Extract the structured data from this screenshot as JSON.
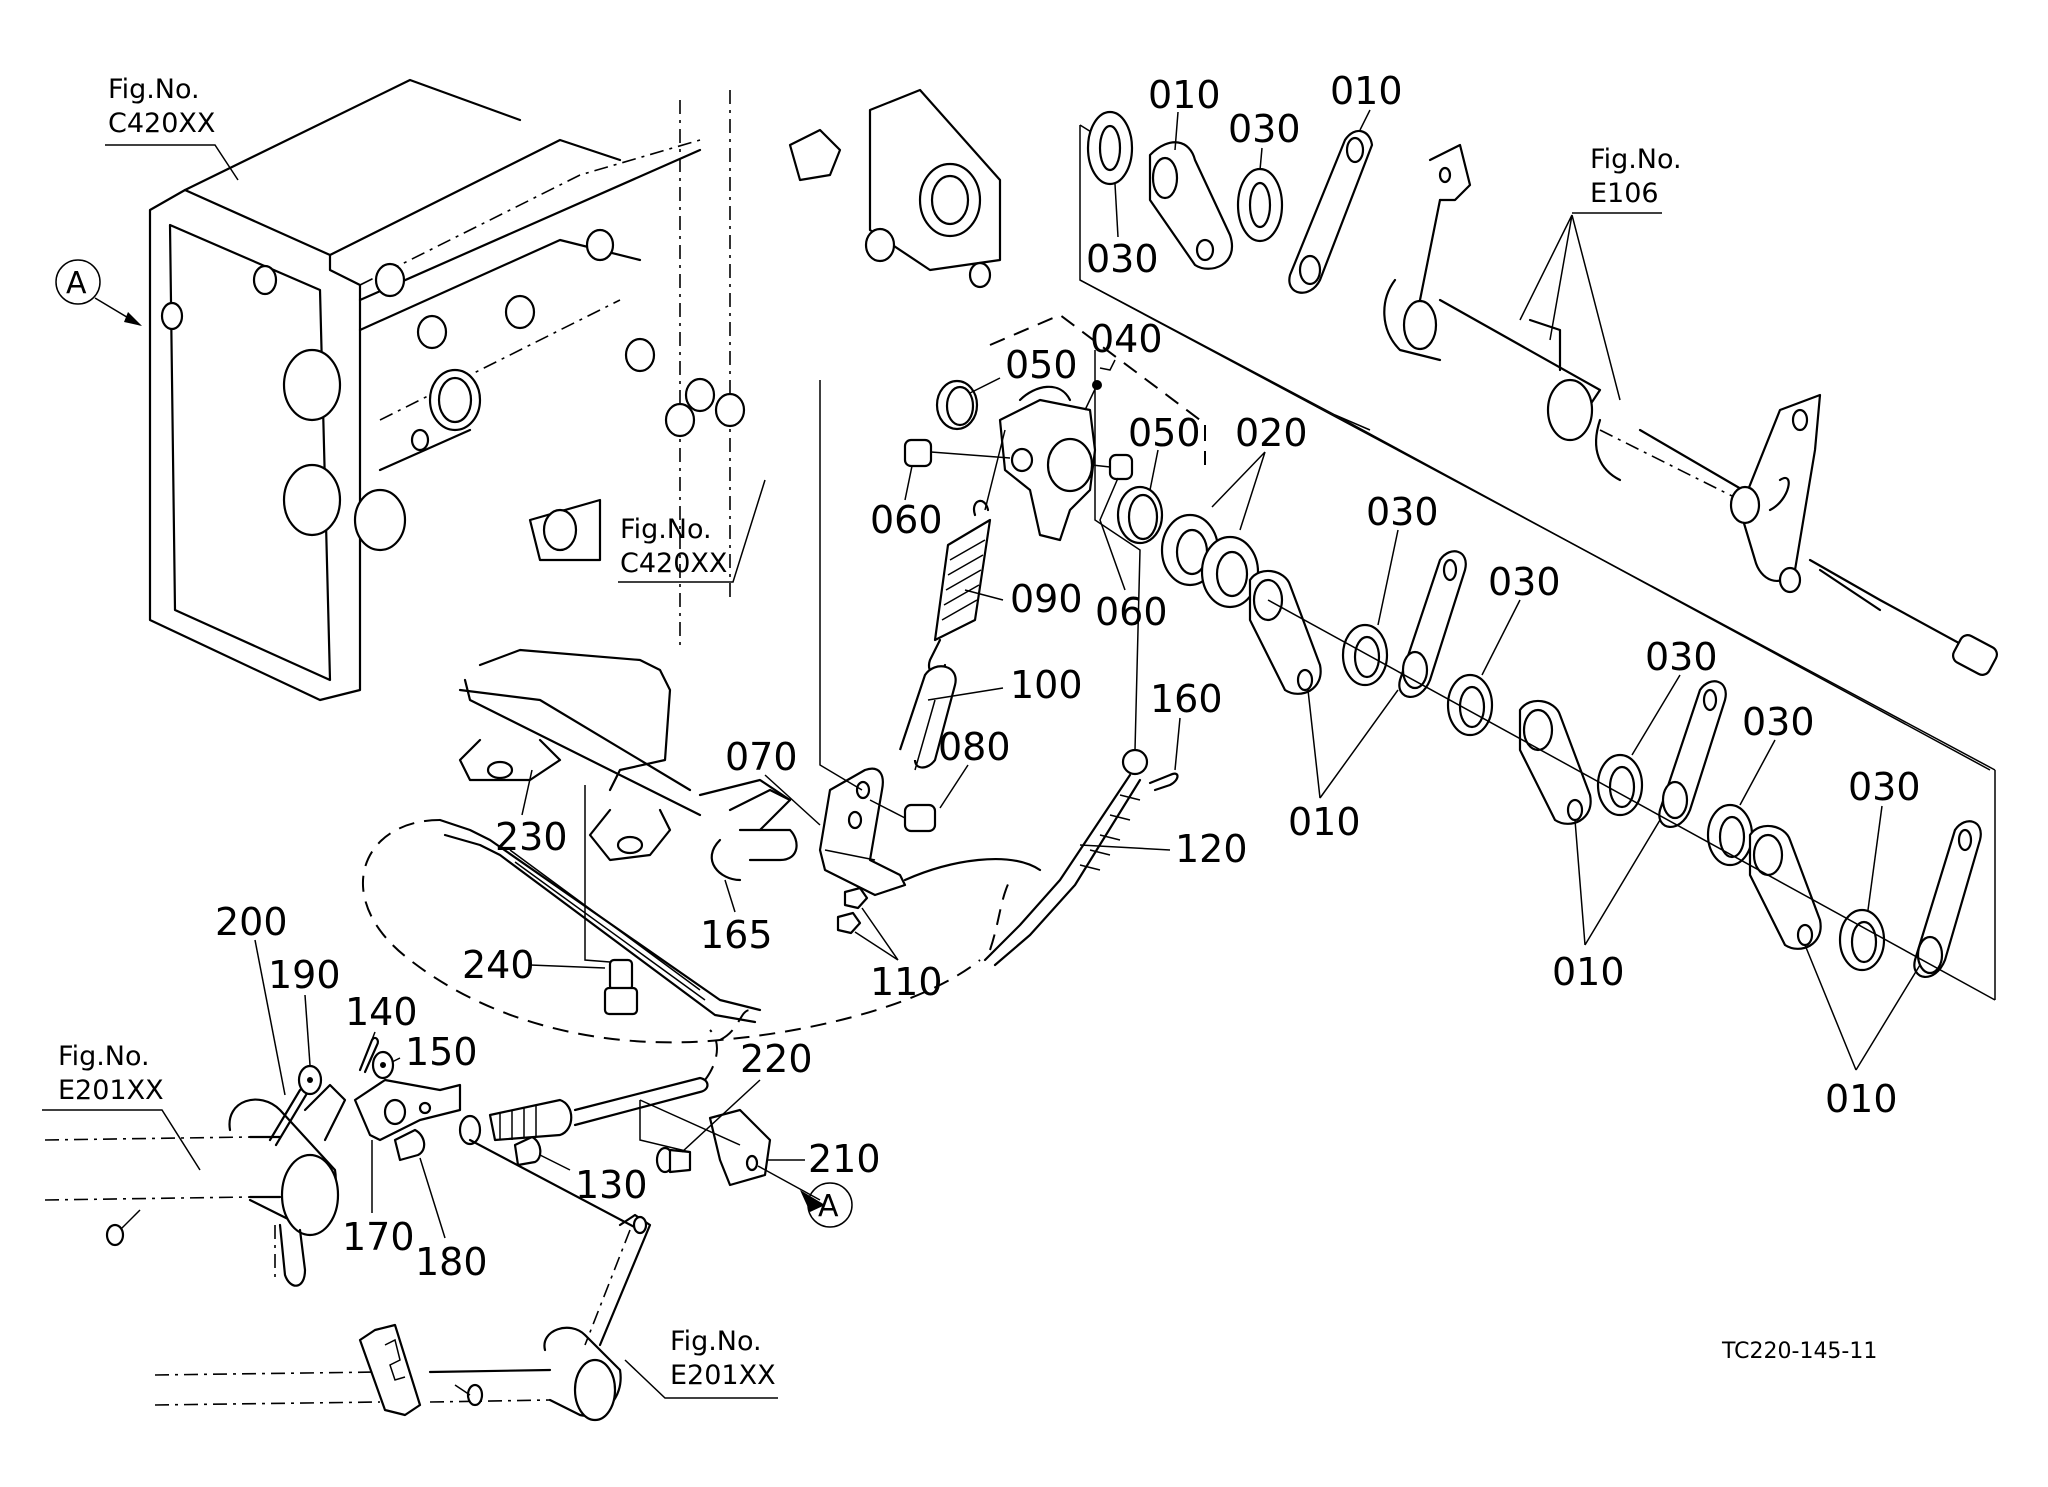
{
  "diagram": {
    "type": "exploded-parts-diagram",
    "drawing_code": "TC220-145-11",
    "reference_marker": "A",
    "figure_refs": {
      "c420_top": {
        "line1": "Fig.No.",
        "line2": "C420XX"
      },
      "c420_mid": {
        "line1": "Fig.No.",
        "line2": "C420XX"
      },
      "e106": {
        "line1": "Fig.No.",
        "line2": "E106"
      },
      "e201_left": {
        "line1": "Fig.No.",
        "line2": "E201XX"
      },
      "e201_bottom": {
        "line1": "Fig.No.",
        "line2": "E201XX"
      }
    },
    "callouts": {
      "p010_a": "010",
      "p010_b": "010",
      "p010_c": "010",
      "p010_d": "010",
      "p010_e": "010",
      "p020": "020",
      "p030_a": "030",
      "p030_b": "030",
      "p030_c": "030",
      "p030_d": "030",
      "p030_e": "030",
      "p030_f": "030",
      "p030_g": "030",
      "p040": "040",
      "p050_a": "050",
      "p050_b": "050",
      "p060_a": "060",
      "p060_b": "060",
      "p070": "070",
      "p080": "080",
      "p090": "090",
      "p100": "100",
      "p110": "110",
      "p120": "120",
      "p130": "130",
      "p140": "140",
      "p150": "150",
      "p160": "160",
      "p165": "165",
      "p170": "170",
      "p180": "180",
      "p190": "190",
      "p200": "200",
      "p210": "210",
      "p220": "220",
      "p230": "230",
      "p240": "240"
    }
  }
}
